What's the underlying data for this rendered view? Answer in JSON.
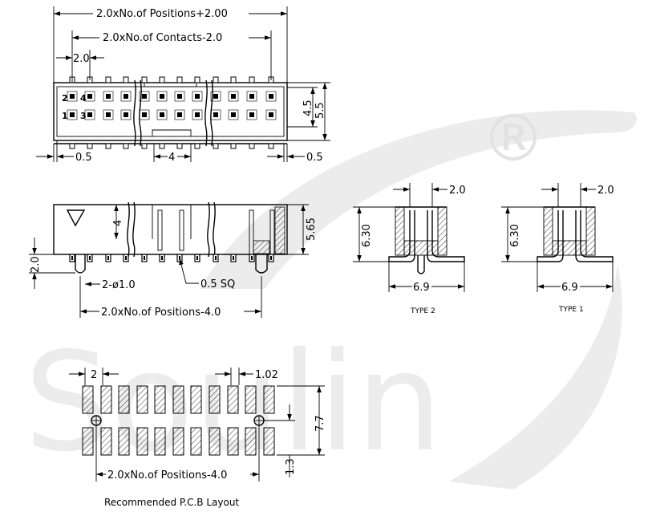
{
  "watermark": {
    "brand": "Soulin",
    "registered_mark": "®"
  },
  "top_view": {
    "dim_overall": "2.0xNo.of  Positions+2.00",
    "dim_contacts": "2.0xNo.of  Contacts-2.0",
    "dim_pitch": "2.0",
    "dim_offset_left": "0.5",
    "dim_offset_right": "0.5",
    "dim_key": "4",
    "dim_inner_height": "4.5",
    "dim_outer_height": "5.5",
    "pin_numbers": [
      "2",
      "4",
      "1",
      "3"
    ]
  },
  "side_view": {
    "dim_key_height": "4",
    "dim_height": "5.65",
    "dim_standoff": "2.0",
    "dim_peg": "2-ø1.0",
    "dim_pin": "0.5  SQ",
    "dim_span": "2.0xNo.of  Positions-4.0"
  },
  "type2": {
    "dim_height": "6.30",
    "dim_pitch": "2.0",
    "dim_width": "6.9",
    "label": "TYPE  2"
  },
  "type1": {
    "dim_height": "6.30",
    "dim_pitch": "2.0",
    "dim_width": "6.9",
    "label": "TYPE  1"
  },
  "pcb_layout": {
    "dim_pitch": "2",
    "dim_pad_width": "1.02",
    "dim_row_span": "7.7",
    "dim_hole_offset": "1.3",
    "dim_span": "2.0xNo.of  Positions-4.0",
    "caption": "Recommended  P.C.B  Layout"
  }
}
